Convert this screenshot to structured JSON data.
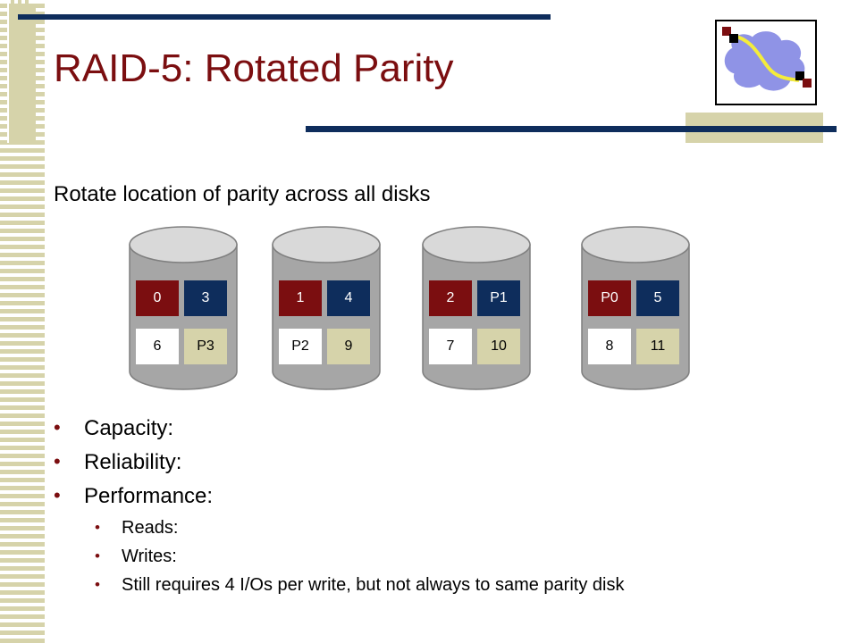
{
  "slide": {
    "title": "RAID-5: Rotated Parity",
    "subtitle": "Rotate location of parity across all disks"
  },
  "disks": [
    {
      "blocks": [
        {
          "label": "0",
          "style": "red"
        },
        {
          "label": "3",
          "style": "blue"
        },
        {
          "label": "6",
          "style": "white"
        },
        {
          "label": "P3",
          "style": "tan"
        }
      ]
    },
    {
      "blocks": [
        {
          "label": "1",
          "style": "red"
        },
        {
          "label": "4",
          "style": "blue"
        },
        {
          "label": "P2",
          "style": "white"
        },
        {
          "label": "9",
          "style": "tan"
        }
      ]
    },
    {
      "blocks": [
        {
          "label": "2",
          "style": "red"
        },
        {
          "label": "P1",
          "style": "blue"
        },
        {
          "label": "7",
          "style": "white"
        },
        {
          "label": "10",
          "style": "tan"
        }
      ]
    },
    {
      "blocks": [
        {
          "label": "P0",
          "style": "red"
        },
        {
          "label": "5",
          "style": "blue"
        },
        {
          "label": "8",
          "style": "white"
        },
        {
          "label": "11",
          "style": "tan"
        }
      ]
    }
  ],
  "bullets": [
    {
      "text": "Capacity:",
      "level": 1
    },
    {
      "text": "Reliability:",
      "level": 1
    },
    {
      "text": "Performance:",
      "level": 1
    },
    {
      "text": "Reads:",
      "level": 2
    },
    {
      "text": "Writes:",
      "level": 2
    },
    {
      "text": "Still requires 4 I/Os per write, but not always to same parity disk",
      "level": 2
    }
  ],
  "colors": {
    "accent_red": "#7b0e10",
    "navy": "#0e2d5c",
    "tan": "#d6d3aa",
    "disk_gray": "#a6a6a6",
    "disk_top": "#d9d9d9"
  },
  "icons": [
    "network-cloud-logo-icon"
  ]
}
